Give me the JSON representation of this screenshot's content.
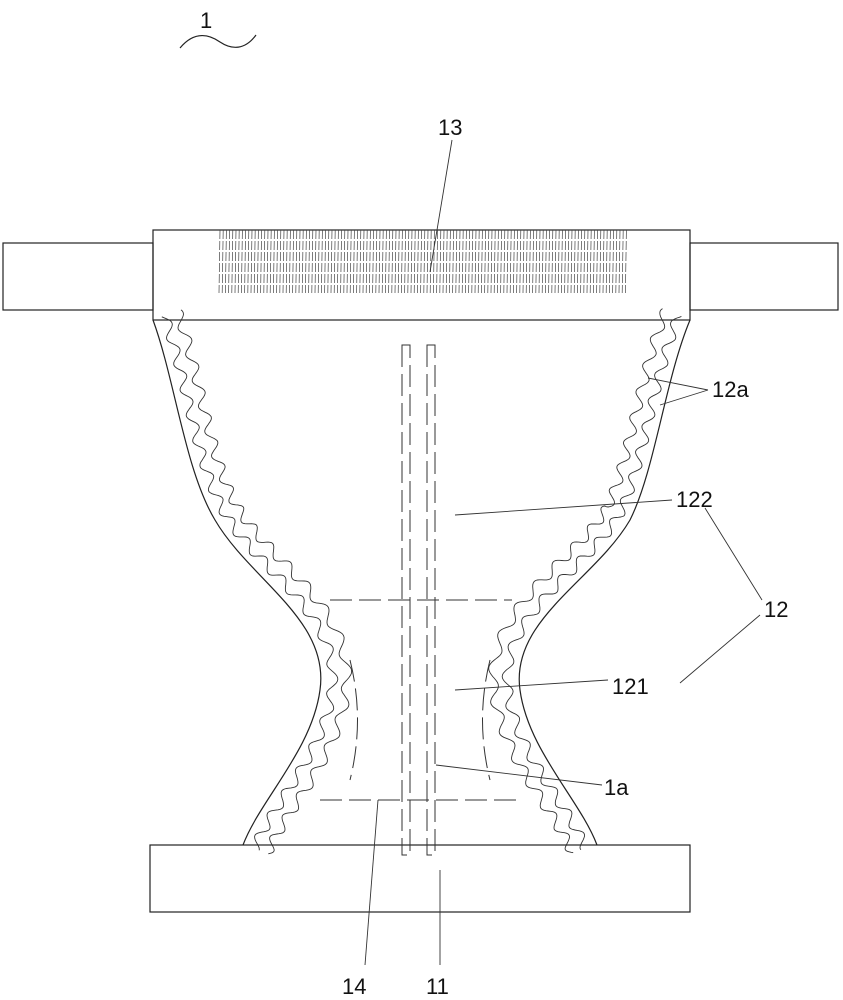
{
  "figure": {
    "labels": {
      "assembly": "1",
      "waist_band": "13",
      "elastic_lines": "12a",
      "upper_elastic_region": "122",
      "elastic_part": "12",
      "lower_elastic_region": "121",
      "guide_lines": "1a",
      "crotch_region": "14",
      "main_body": "11"
    }
  }
}
